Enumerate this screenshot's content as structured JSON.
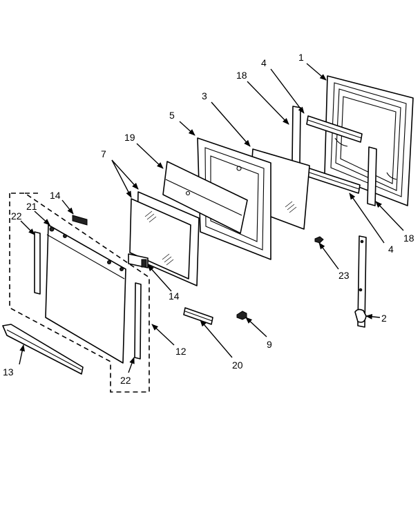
{
  "callouts": {
    "c1": "1",
    "c2": "2",
    "c3": "3",
    "c4a": "4",
    "c4b": "4",
    "c5": "5",
    "c7": "7",
    "c9": "9",
    "c12": "12",
    "c13": "13",
    "c14a": "14",
    "c14b": "14",
    "c18a": "18",
    "c18b": "18",
    "c19": "19",
    "c20": "20",
    "c21": "21",
    "c22a": "22",
    "c22b": "22",
    "c23": "23"
  }
}
